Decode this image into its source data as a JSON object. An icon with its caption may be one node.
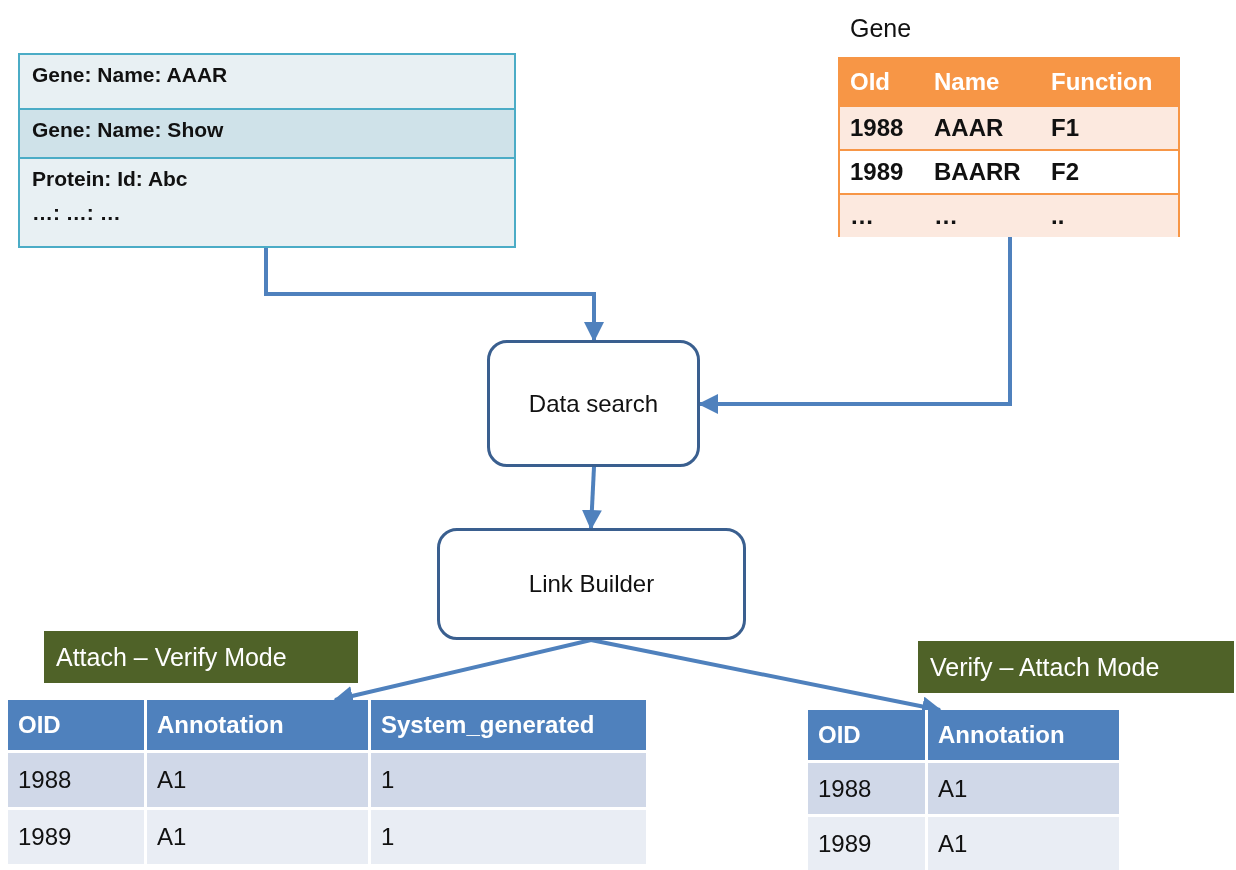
{
  "diagram": {
    "nodes": [
      {
        "text": [
          "Gene: Name: AAAR",
          "Gene: Name: Show",
          "Protein: Id: Abc",
          "…: …: …"
        ]
      },
      {
        "text": [
          "OId",
          "Name",
          "Function",
          "1988",
          "AAAR",
          "F1",
          "1989",
          "BAARR",
          "F2",
          "…",
          "…",
          ".."
        ]
      },
      {
        "text": [
          "Data search"
        ]
      },
      {
        "text": [
          "Link Builder"
        ]
      },
      {
        "text": [
          "OID",
          "Annotation",
          "System_generated",
          "1988",
          "A1",
          "1",
          "1989",
          "A1",
          "1"
        ]
      },
      {
        "text": [
          "OID",
          "Annotation",
          "1988",
          "A1",
          "1989",
          "A1"
        ]
      }
    ],
    "edges": [
      {
        "from": 0,
        "to": 2,
        "arrow": "to"
      },
      {
        "from": 1,
        "to": 2,
        "arrow": "to"
      },
      {
        "from": 2,
        "to": 3,
        "arrow": "to"
      },
      {
        "from": 3,
        "to": 4,
        "arrow": "to"
      },
      {
        "from": 3,
        "to": 5,
        "arrow": "to"
      }
    ],
    "labels": [
      "Gene",
      "Attach – Verify Mode",
      "Verify – Attach Mode"
    ]
  }
}
